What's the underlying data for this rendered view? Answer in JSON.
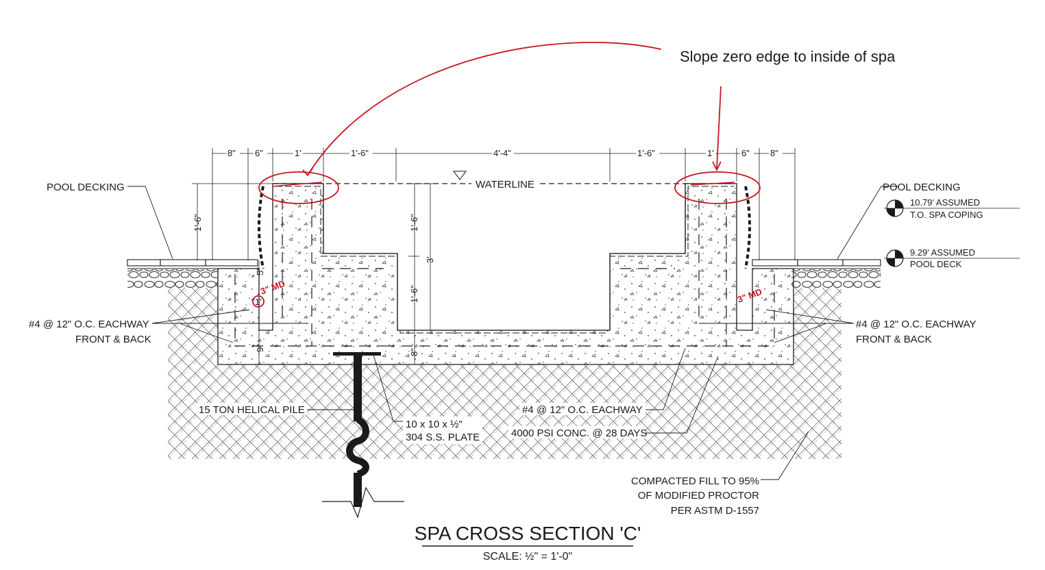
{
  "annotation": {
    "note": "Slope zero edge to inside of spa",
    "left_markup": "3\" MD",
    "right_markup": "3\" MD",
    "circle_markup": "1'",
    "color": "#c8141e"
  },
  "title": "SPA CROSS SECTION 'C'",
  "scale": "SCALE: ½\" = 1'-0\"",
  "labels": {
    "pool_decking_left": "POOL DECKING",
    "pool_decking_right": "POOL DECKING",
    "waterline": "WATERLINE",
    "rebar_left_1": "#4 @ 12\" O.C. EACHWAY",
    "rebar_left_2": "FRONT & BACK",
    "rebar_right_1": "#4 @ 12\" O.C. EACHWAY",
    "rebar_right_2": "FRONT & BACK",
    "helical_pile": "15 TON HELICAL PILE",
    "plate_1": "10 x 10 x ½\"",
    "plate_2": "304 S.S. PLATE",
    "rebar_bottom": "#4 @ 12\" O.C. EACHWAY",
    "concrete": "4000 PSI CONC. @ 28 DAYS",
    "fill_1": "COMPACTED FILL TO 95%",
    "fill_2": "OF MODIFIED PROCTOR",
    "fill_3": "PER ASTM D-1557"
  },
  "elevations": {
    "coping_1": "10.79' ASSUMED",
    "coping_2": "T.O. SPA COPING",
    "deck_1": "9.29' ASSUMED",
    "deck_2": "POOL DECK"
  },
  "dims_top": [
    "8\"",
    "6\"",
    "1'",
    "1'-6\"",
    "4'-4\"",
    "1'-6\"",
    "1'",
    "6\"",
    "8\""
  ],
  "dims_vertical": {
    "left_wall": "1'-6\"",
    "left_five": "5\"",
    "left_nine": "9\"",
    "inner_upper": "1'-6\"",
    "inner_lower": "1'-6\"",
    "inner_total": "3'",
    "slab": "8\""
  }
}
